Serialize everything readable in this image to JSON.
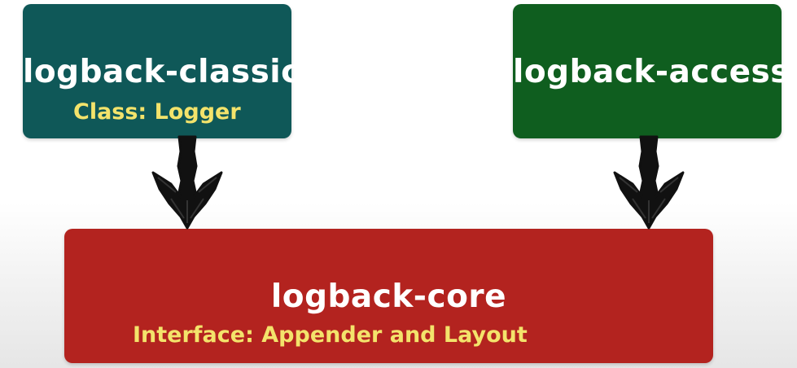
{
  "boxes": {
    "classic": {
      "title": "logback-classic",
      "subtitle": "Class: Logger",
      "color": "#0f5858"
    },
    "access": {
      "title": "logback-access",
      "color": "#0f5e1f"
    },
    "core": {
      "title": "logback-core",
      "subtitle": "Interface: Appender and Layout",
      "color": "#b3231f"
    }
  },
  "colors": {
    "title_text": "#ffffff",
    "subtitle_text": "#f3e36b",
    "arrow": "#111111"
  },
  "connections": [
    {
      "from": "logback-classic",
      "to": "logback-core"
    },
    {
      "from": "logback-access",
      "to": "logback-core"
    }
  ]
}
